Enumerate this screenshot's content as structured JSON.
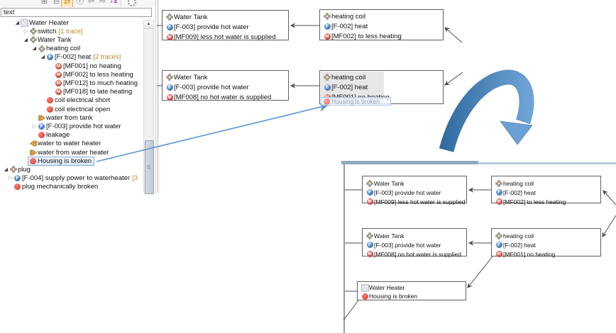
{
  "app": {
    "kind": "safety-analysis modeling tool",
    "accent_blue": "#5593d8",
    "swoosh_dark": "#306a9e",
    "swoosh_light": "#72a7da"
  },
  "toolbar": {
    "icons": [
      {
        "name": "expand-all-icon",
        "glyph": "⊞"
      },
      {
        "name": "collapse-all-icon",
        "glyph": "⊟"
      },
      {
        "name": "link-with-editor-icon",
        "glyph": "⇄",
        "active": true
      },
      {
        "name": "info-icon",
        "glyph": "ⓘ"
      },
      {
        "name": "nav-back-icon",
        "glyph": "⇦"
      },
      {
        "name": "nav-forward-icon",
        "glyph": "⇨"
      },
      {
        "name": "sort-icon",
        "glyph": "↓z"
      },
      {
        "name": "settings-gear-icon",
        "glyph": "gear"
      }
    ]
  },
  "filter": {
    "value": "text"
  },
  "tree": {
    "rows": [
      {
        "label": "Water Heater",
        "icon": "water-heater",
        "expander": "open"
      },
      {
        "label": "switch",
        "trace": "[1 trace]",
        "icon": "component",
        "expander": "closed"
      },
      {
        "label": "Water Tank",
        "icon": "component",
        "expander": "open"
      },
      {
        "label": "heating coil",
        "icon": "component",
        "expander": "open"
      },
      {
        "label": "[F-002] heat",
        "trace": "[2 traces]",
        "icon": "function",
        "expander": "open"
      },
      {
        "label": "[MF001] no heating",
        "icon": "malfunction"
      },
      {
        "label": "[MF002] to less heating",
        "icon": "malfunction"
      },
      {
        "label": "[MF012] to much heating",
        "icon": "malfunction"
      },
      {
        "label": "[MF018] to late heating",
        "icon": "malfunction"
      },
      {
        "label": "coil electrical short",
        "icon": "failure"
      },
      {
        "label": "coil electrical open",
        "icon": "failure"
      },
      {
        "label": "water from tank",
        "icon": "port-out"
      },
      {
        "label": "[F-003] provide hot water",
        "icon": "function",
        "expander": "closed"
      },
      {
        "label": "leakage",
        "icon": "failure"
      },
      {
        "label": "water to water heater",
        "icon": "port-in"
      },
      {
        "label": "water from water heater",
        "icon": "port-out"
      },
      {
        "label": "Housing is broken",
        "icon": "failure",
        "selected": true
      },
      {
        "label": "plug",
        "icon": "component",
        "expander": "open"
      },
      {
        "label": "[F-004] supply power to waterheater",
        "trace": "[3",
        "icon": "function",
        "expander": "closed"
      },
      {
        "label": "plug mechanically broken",
        "icon": "failure"
      }
    ]
  },
  "diagram": {
    "boxes": [
      {
        "id": "b1",
        "rows": [
          {
            "icon": "component",
            "text": "Water Tank"
          },
          {
            "icon": "function",
            "text": "[F-003] provide hot water"
          },
          {
            "icon": "malfunction",
            "text": "[MF009] less hot water is supplied"
          }
        ]
      },
      {
        "id": "b2",
        "rows": [
          {
            "icon": "component",
            "text": "heating coil"
          },
          {
            "icon": "function",
            "text": "[F-002] heat"
          },
          {
            "icon": "malfunction",
            "text": "[MF002] to less heating"
          }
        ]
      },
      {
        "id": "b3",
        "rows": [
          {
            "icon": "component",
            "text": "Water Tank"
          },
          {
            "icon": "function",
            "text": "[F-003] provide hot water"
          },
          {
            "icon": "malfunction",
            "text": "[MF008] no hot water is supplied"
          }
        ]
      },
      {
        "id": "b4",
        "rows": [
          {
            "icon": "component",
            "text": "heating coil"
          },
          {
            "icon": "function",
            "text": "[F-002] heat"
          },
          {
            "icon": "malfunction",
            "text": "[MF001] no heating"
          }
        ],
        "drop_highlight": true
      },
      {
        "id": "b5",
        "rows": [
          {
            "icon": "component",
            "text": "Water Tank"
          },
          {
            "icon": "function",
            "text": "[F-003] provide hot water"
          },
          {
            "icon": "malfunction",
            "text": "[MF009] less hot water is supplied"
          }
        ]
      },
      {
        "id": "b6",
        "rows": [
          {
            "icon": "component",
            "text": "heating coil"
          },
          {
            "icon": "function",
            "text": "[F-002] heat"
          },
          {
            "icon": "malfunction",
            "text": "[MF002] to less heating"
          }
        ]
      },
      {
        "id": "b7",
        "rows": [
          {
            "icon": "component",
            "text": "Water Tank"
          },
          {
            "icon": "function",
            "text": "[F-003] provide hot water"
          },
          {
            "icon": "malfunction",
            "text": "[MF008] no hot water is supplied"
          }
        ]
      },
      {
        "id": "b8",
        "rows": [
          {
            "icon": "component",
            "text": "heating coil"
          },
          {
            "icon": "function",
            "text": "[F-002] heat"
          },
          {
            "icon": "malfunction",
            "text": "[MF001] no heating"
          }
        ]
      },
      {
        "id": "b9",
        "rows": [
          {
            "icon": "water-heater",
            "text": "Water Heater"
          },
          {
            "icon": "failure",
            "text": "Housing is broken"
          }
        ]
      }
    ],
    "drag_ghost": {
      "label": "Housing is broken",
      "icon": "failure"
    }
  }
}
